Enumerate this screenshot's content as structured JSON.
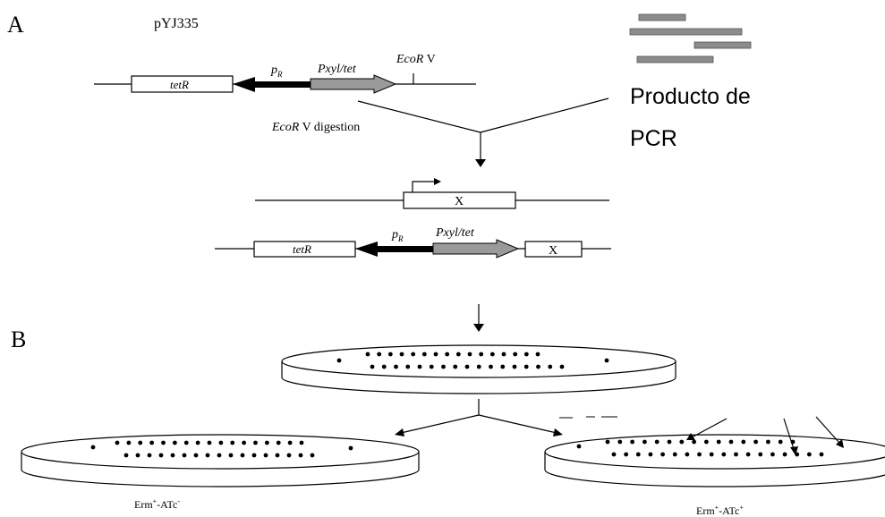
{
  "panels": {
    "a": "A",
    "b": "B"
  },
  "plasmid_name": "pYJ335",
  "top_construct": {
    "tetR": "tetR",
    "pR_main": "p",
    "pR_sub": "R",
    "promoter": "Pxyl/tet",
    "site_em": "EcoR",
    "site_rest": " V"
  },
  "digestion": {
    "em": "EcoR",
    "rest": " V digestion"
  },
  "pcr_label": {
    "line1": "Producto de",
    "line2": "PCR"
  },
  "insert": {
    "gene": "X"
  },
  "final_construct": {
    "tetR": "tetR",
    "pR_main": "p",
    "pR_sub": "R",
    "promoter": "Pxyl/tet",
    "gene": "X"
  },
  "plates": {
    "left": {
      "base": "Erm",
      "sup1": "+",
      "mid": "-ATc",
      "sup2": "-"
    },
    "right": {
      "base": "Erm",
      "sup1": "+",
      "mid": "-ATc",
      "sup2": "+"
    }
  },
  "colors": {
    "ink": "#000000",
    "promoter_fill": "#9a9a9a",
    "pcr_bar": "#8c8c8c"
  }
}
